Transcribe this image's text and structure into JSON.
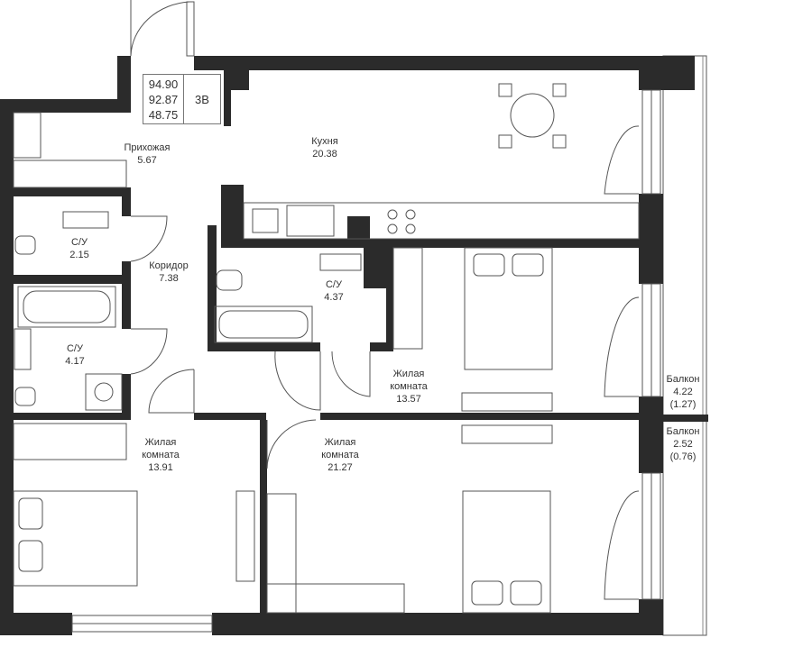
{
  "info": {
    "total_area": "94.90",
    "area_without_balcony": "92.87",
    "living_area": "48.75",
    "type": "3B"
  },
  "rooms": [
    {
      "name": "Прихожая",
      "area": "5.67"
    },
    {
      "name": "Кухня",
      "area": "20.38"
    },
    {
      "name": "С/У",
      "area": "2.15"
    },
    {
      "name": "Коридор",
      "area": "7.38"
    },
    {
      "name": "С/У",
      "area": "4.37"
    },
    {
      "name": "С/У",
      "area": "4.17"
    },
    {
      "name": "Жилая комната",
      "area": "13.57"
    },
    {
      "name": "Жилая комната",
      "area": "13.91"
    },
    {
      "name": "Жилая комната",
      "area": "21.27"
    },
    {
      "name": "Балкон",
      "area": "4.22",
      "reduced": "(1.27)"
    },
    {
      "name": "Балкон",
      "area": "2.52",
      "reduced": "(0.76)"
    }
  ],
  "colors": {
    "wall": "#2b2b2b",
    "line": "#555555"
  }
}
